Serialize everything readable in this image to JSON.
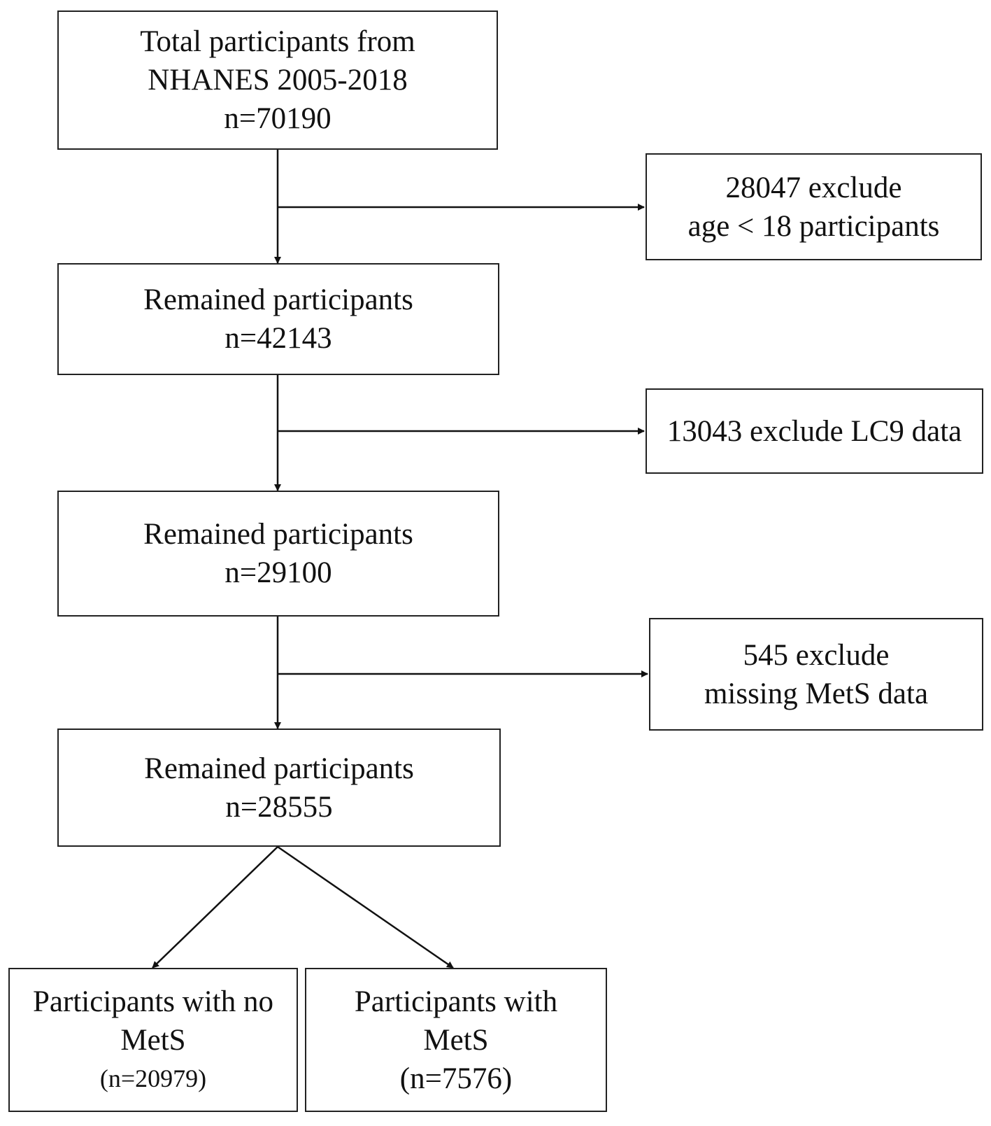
{
  "flowchart": {
    "start": {
      "line1": "Total participants from",
      "line2": "NHANES 2005-2018",
      "line3": "n=70190"
    },
    "exclusion_1": {
      "line1": "28047 exclude",
      "line2": "age < 18 participants"
    },
    "remained_1": {
      "line1": "Remained participants",
      "line2": "n=42143"
    },
    "exclusion_2": {
      "line1": "13043 exclude LC9 data"
    },
    "remained_2": {
      "line1": "Remained participants",
      "line2": "n=29100"
    },
    "exclusion_3": {
      "line1": "545 exclude",
      "line2": "missing MetS data"
    },
    "remained_3": {
      "line1": "Remained participants",
      "line2": "n=28555"
    },
    "no_mets": {
      "line1": "Participants with no",
      "line2": "MetS",
      "line3": "(n=20979)"
    },
    "with_mets": {
      "line1": "Participants with",
      "line2": "MetS",
      "line3": "(n=7576)"
    }
  }
}
